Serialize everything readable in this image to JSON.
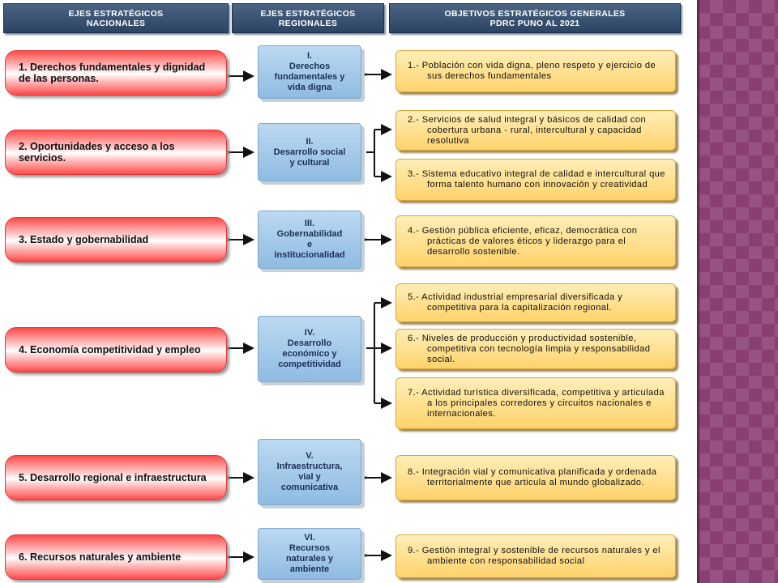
{
  "headers": {
    "nacionales": "EJES ESTRATÉGICOS\nNACIONALES",
    "regionales": "EJES ESTRATÉGICOS\nREGIONALES",
    "objetivos": "OBJETIVOS ESTRATÉGICOS GENERALES\nPDRC PUNO AL 2021"
  },
  "nacionales": [
    "1. Derechos fundamentales y dignidad de las personas.",
    "2. Oportunidades y acceso a los servicios.",
    "3. Estado y gobernabilidad",
    "4. Economía competitividad y empleo",
    "5. Desarrollo regional e infraestructura",
    "6. Recursos naturales y ambiente"
  ],
  "regionales": [
    "I.\nDerechos\nfundamentales y\nvida digna",
    "II.\nDesarrollo social\ny cultural",
    "III.\nGobernabilidad\ne\ninstitucionalidad",
    "IV.\nDesarrollo\neconómico y\ncompetitividad",
    "V.\nInfraestructura,\nvial y\ncomunicativa",
    "VI.\nRecursos\nnaturales y\nambiente"
  ],
  "objetivos": [
    "1.- Población con vida digna, pleno respeto y ejercicio de sus derechos fundamentales",
    "2.- Servicios de salud integral y básicos de calidad con cobertura urbana - rural, intercultural y capacidad resolutiva",
    "3.- Sistema educativo integral de calidad e intercultural que forma talento humano con innovación y creatividad",
    "4.- Gestión pública eficiente, eficaz, democrática con prácticas de valores éticos y liderazgo para el desarrollo sostenible.",
    "5.- Actividad industrial empresarial diversificada y competitiva para la capitalización regional.",
    "6.- Niveles de producción y productividad sostenible, competitiva con tecnología limpia y responsabilidad social.",
    "7.- Actividad turística diversificada, competitiva y articulada a los principales corredores y circuitos nacionales e internacionales.",
    "8.- Integración vial y comunicativa planificada y ordenada territorialmente que articula al mundo globalizado.",
    "9.- Gestión integral y sostenible de recursos naturales y el ambiente con responsabilidad social"
  ]
}
